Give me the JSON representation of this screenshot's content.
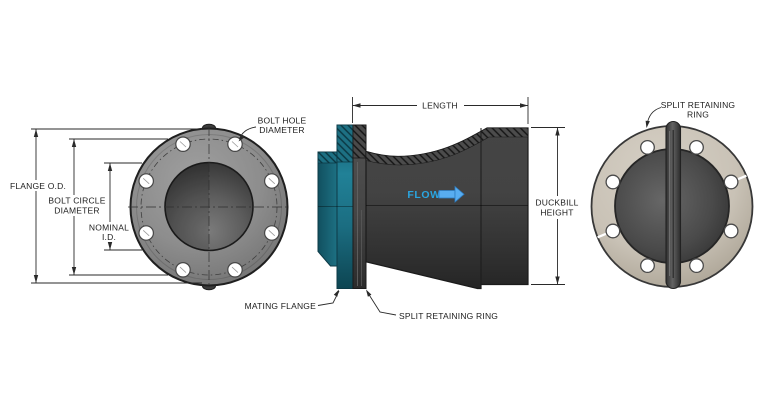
{
  "diagram_title": "Duckbill check valve dimensioned drawing (front view, section view, rear view)",
  "colors": {
    "flange_gray": "#8d8d8d",
    "body_charcoal": "#3d3d3d",
    "mating_flange_teal": "#1b6b7e",
    "flow_text_blue": "#2aa5e0",
    "flow_arrow_blue": "#58adf1",
    "retaining_ring_beige": "#c9c2b6",
    "drawing_line": "#2a2a2a"
  },
  "front_view": {
    "labels": {
      "flange_od": "FLANGE O.D.",
      "bolt_circle": [
        "BOLT CIRCLE",
        "DIAMETER"
      ],
      "nominal_id": [
        "NOMINAL",
        "I.D."
      ],
      "bolt_hole": [
        "BOLT HOLE",
        "DIAMETER"
      ]
    }
  },
  "section_view": {
    "labels": {
      "length": "LENGTH",
      "flow": "FLOW",
      "duckbill_height": [
        "DUCKBILL",
        "HEIGHT"
      ],
      "mating_flange": "MATING FLANGE",
      "split_retaining_ring": "SPLIT RETAINING RING"
    }
  },
  "rear_view": {
    "labels": {
      "split_retaining_ring": [
        "SPLIT RETAINING",
        "RING"
      ]
    }
  }
}
